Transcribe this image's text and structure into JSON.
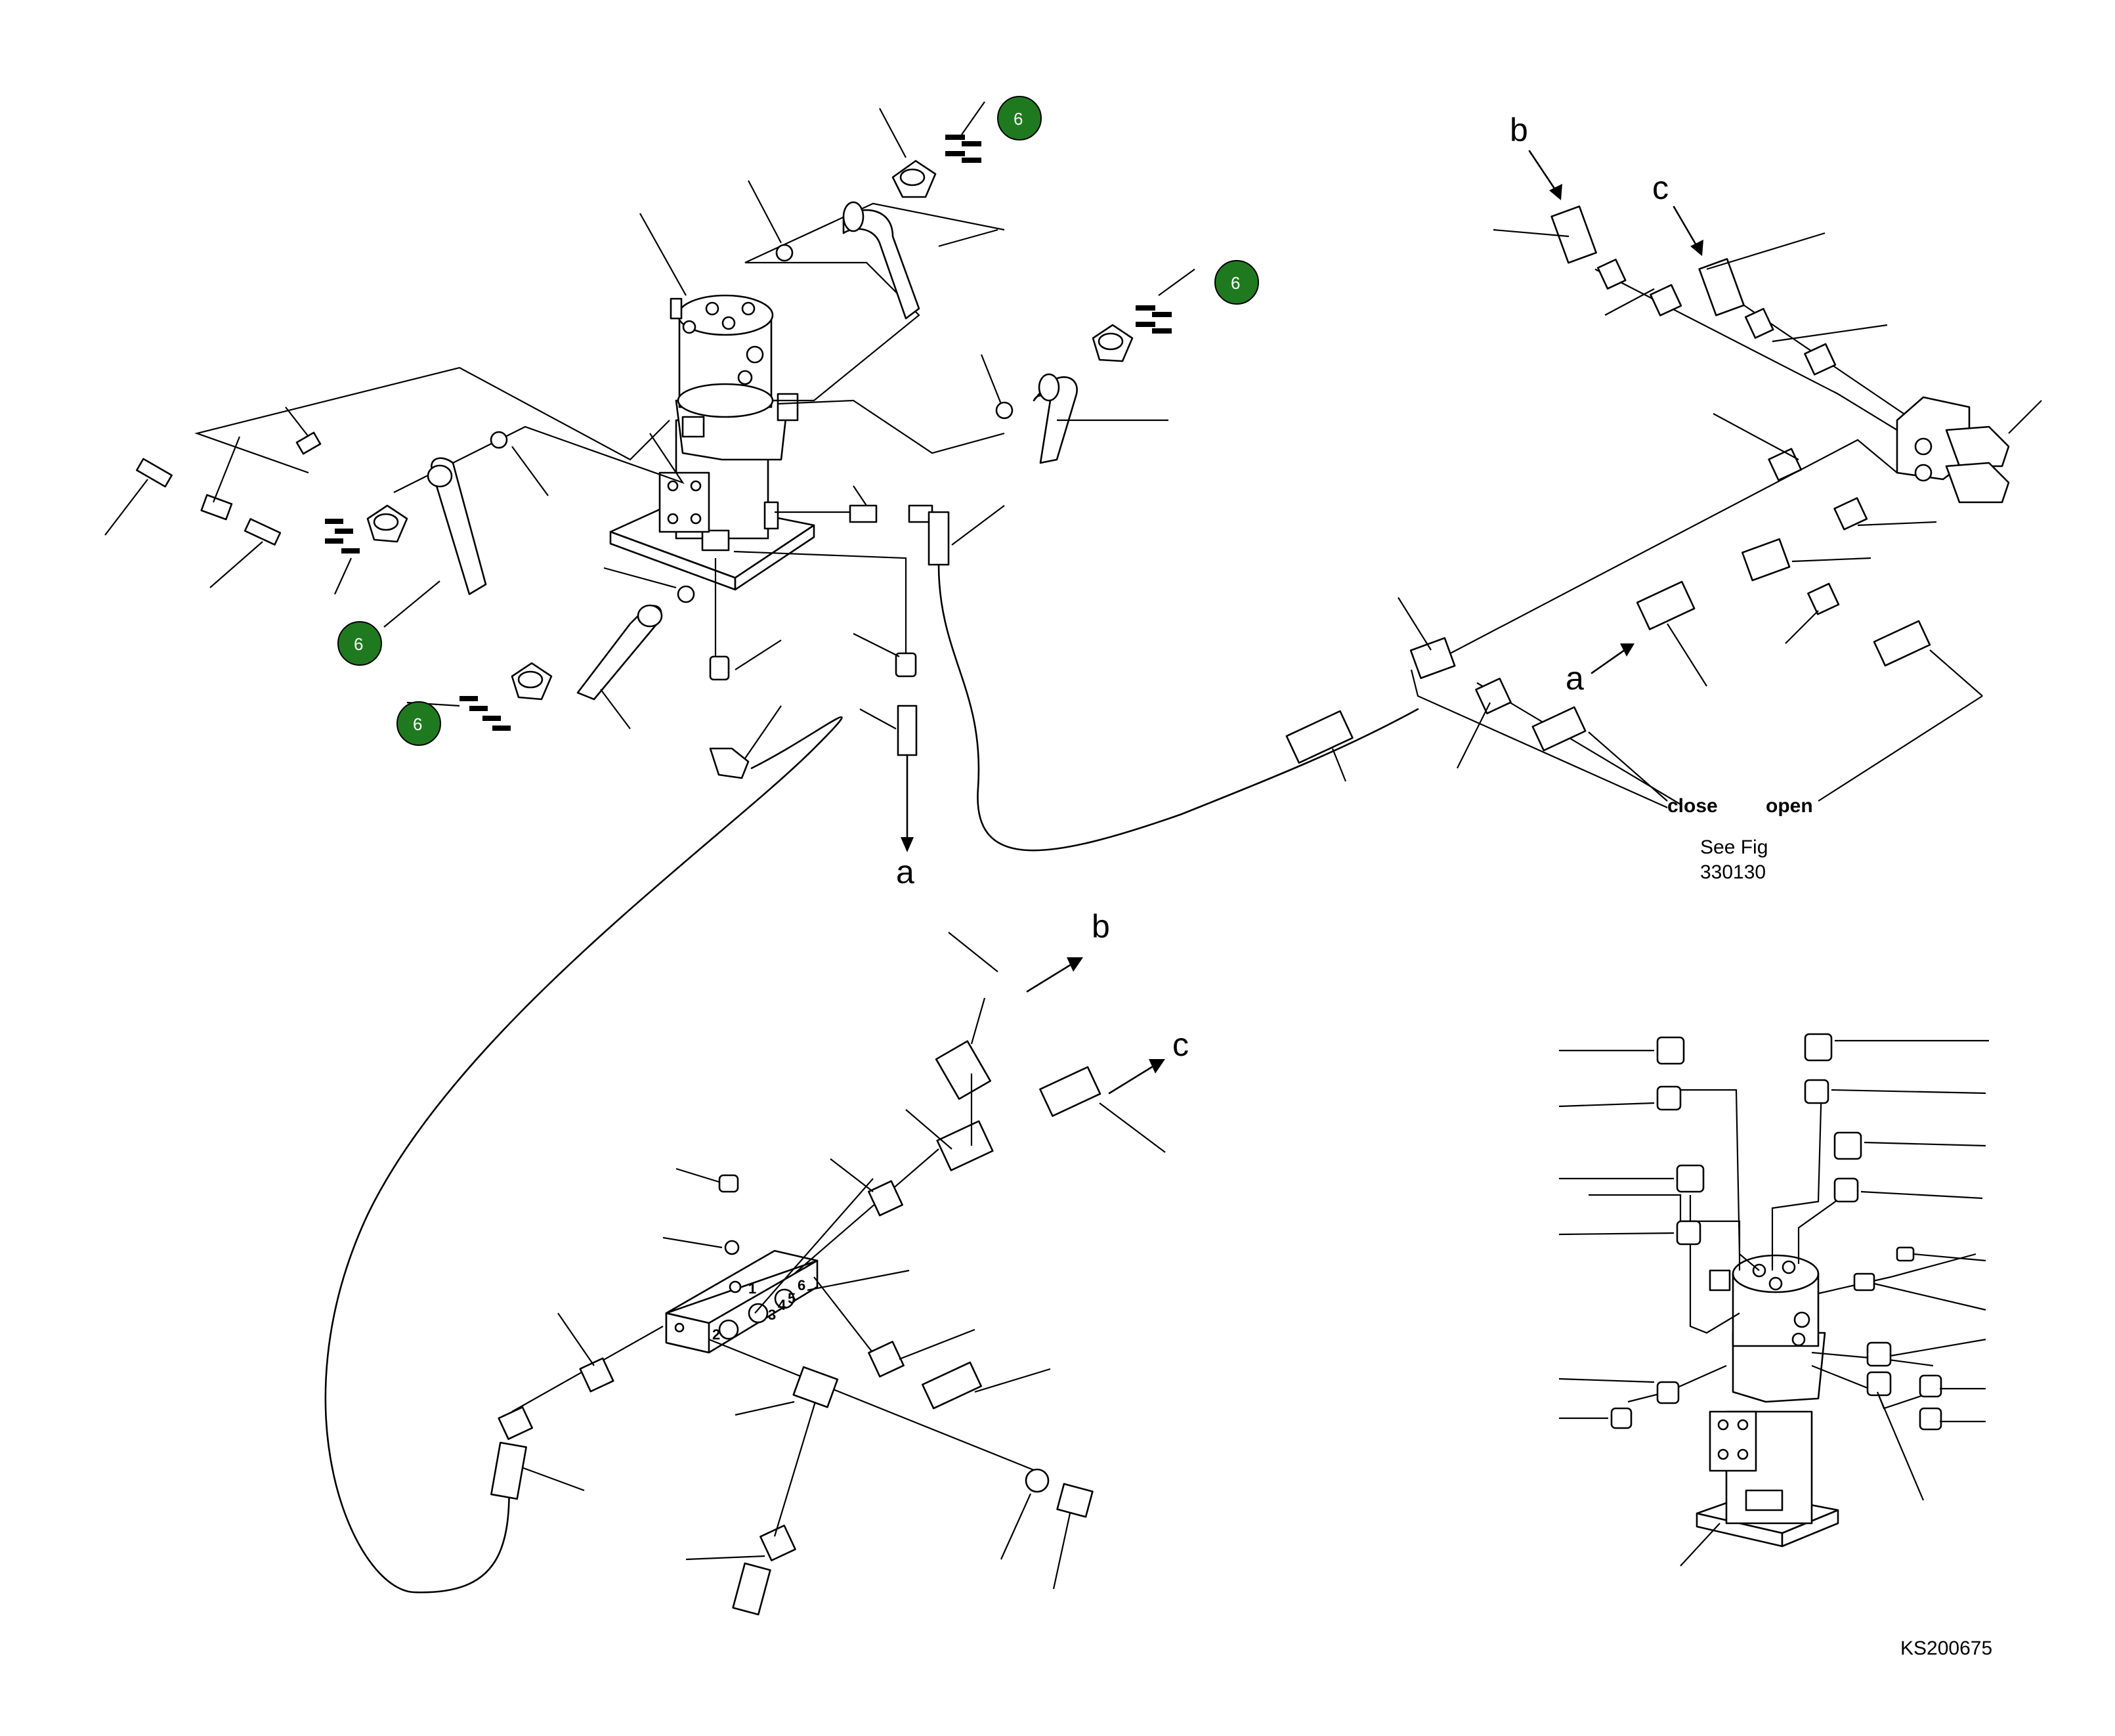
{
  "badge": {
    "number": "6",
    "color": "#1f7a1f"
  },
  "labels": {
    "arrow_a_main": "a",
    "arrow_b_top": "b",
    "arrow_c_top": "c",
    "arrow_a_right": "a",
    "arrow_b_lower": "b",
    "arrow_c_lower": "c",
    "close": "close",
    "open": "open",
    "see_fig_line1": "See Fig",
    "see_fig_line2": "330130",
    "drawing_id": "KS200675"
  },
  "valve_block_numbers": [
    "1",
    "2",
    "3",
    "4",
    "5",
    "6"
  ]
}
